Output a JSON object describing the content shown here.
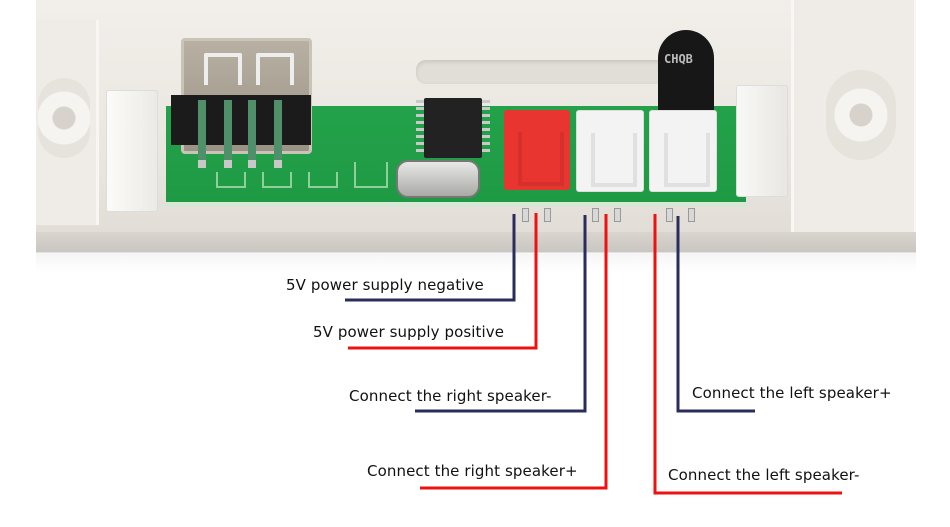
{
  "image": {
    "subject": "Bluetooth audio amplifier board wiring diagram",
    "board_marking": "CHQB",
    "colors": {
      "negative_line": "#2a2d5c",
      "positive_line": "#ee1111",
      "pcb": "#1f9a44",
      "red_connector": "#e8352f"
    }
  },
  "labels": [
    {
      "id": "power-negative",
      "text": "5V power supply negative",
      "line_color": "negative"
    },
    {
      "id": "power-positive",
      "text": "5V power supply positive",
      "line_color": "positive"
    },
    {
      "id": "right-speaker-negative",
      "text": "Connect the right speaker-",
      "line_color": "negative"
    },
    {
      "id": "right-speaker-positive",
      "text": "Connect the right speaker+",
      "line_color": "positive"
    },
    {
      "id": "left-speaker-positive",
      "text": "Connect the left speaker+",
      "line_color": "negative"
    },
    {
      "id": "left-speaker-negative",
      "text": "Connect the left speaker-",
      "line_color": "positive"
    }
  ]
}
